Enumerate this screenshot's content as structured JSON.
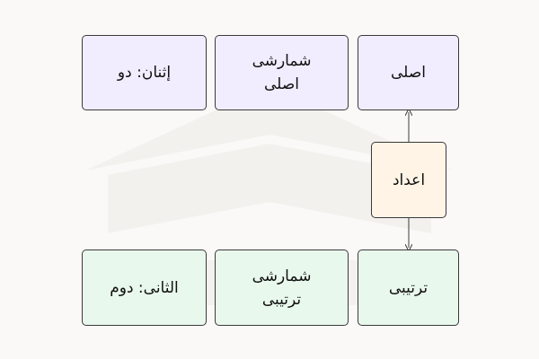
{
  "nodes": {
    "asli": "اصلی",
    "shomareshi_asli": "شمارشی\nاصلی",
    "dual": "إثنان: دو",
    "adad": "اعداد",
    "tartibi": "ترتیبی",
    "shomareshi_tartibi": "شمارشی\nترتیبی",
    "dovvom": "الثانی: دوم"
  },
  "colors": {
    "purple_fill": "#f1edff",
    "green_fill": "#e9f8ec",
    "orange_fill": "#fff4e6",
    "border": "#3a3a3a"
  },
  "edges": [
    {
      "from": "adad",
      "to": "asli"
    },
    {
      "from": "adad",
      "to": "tartibi"
    }
  ]
}
